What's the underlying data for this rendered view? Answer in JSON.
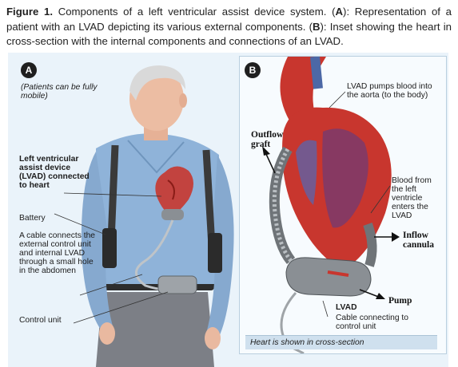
{
  "caption": {
    "label": "Figure 1.",
    "text_before_a": " Components of a left ventricular assist device system. (",
    "a": "A",
    "text_after_a": "): Representation of a patient with an LVAD depicting its various external components. (",
    "b": "B",
    "text_after_b": "): Inset showing the heart in cross-section with the internal components and connections of an LVAD."
  },
  "panel_a": {
    "badge": "A",
    "note": "(Patients can be fully mobile)",
    "device_label": "Left ventricular assist device (LVAD) connected to heart",
    "battery_label": "Battery",
    "cable_label": "A cable connects the external control unit and internal LVAD through a small hole in the abdomen",
    "control_label": "Control unit"
  },
  "panel_b": {
    "badge": "B",
    "pump_to_aorta": "LVAD pumps blood into the aorta (to the body)",
    "outflow_graft": "Outflow graft",
    "blood_from_lv": "Blood from the left ventricle enters the LVAD",
    "inflow_cannula": "Inflow cannula",
    "pump": "Pump",
    "lvad": "LVAD",
    "cable_connecting": "Cable connecting to control unit",
    "cross_section_note": "Heart is shown in cross-section"
  },
  "colors": {
    "panel_bg": "#eaf3fa",
    "heart_red": "#c8362e",
    "shirt_blue": "#8fb3d9",
    "device_gray": "#8a8f94"
  }
}
